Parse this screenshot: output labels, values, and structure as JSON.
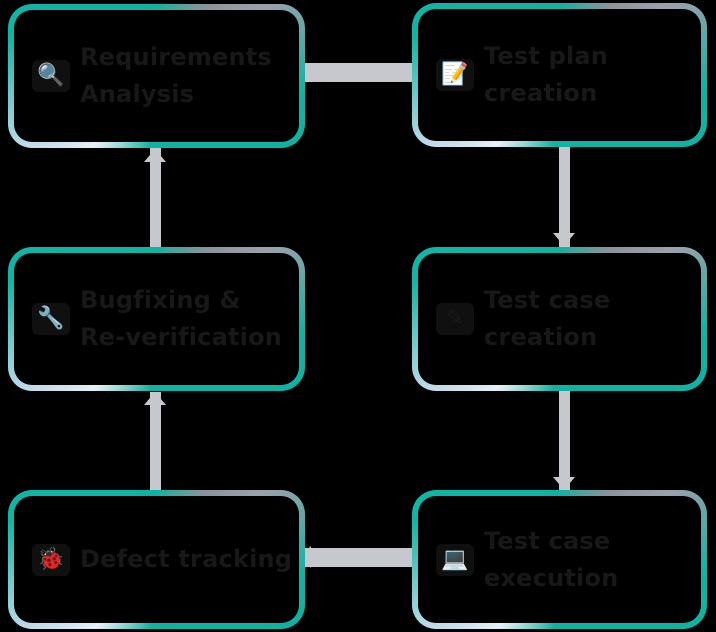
{
  "background": "#000000",
  "colors": {
    "accent_teal": "#0fb3a4",
    "border_gray": "#8d939b",
    "border_light_blue": "#bcd9e8",
    "connector_gray": "#c6c8cd",
    "node_fill": "#000000",
    "text": "#181818",
    "icon_fill": "#101010"
  },
  "flowchart": {
    "nodes": [
      {
        "id": "requirements-analysis",
        "line1": "Requirements",
        "line2": "Analysis",
        "icon": "magnifying-glass-icon",
        "glyph": "🔍"
      },
      {
        "id": "test-plan-creation",
        "line1": "Test plan",
        "line2": "creation",
        "icon": "memo-icon",
        "glyph": "📝"
      },
      {
        "id": "test-case-creation",
        "line1": "Test case",
        "line2": "creation",
        "icon": "pencil-icon",
        "glyph": "✎"
      },
      {
        "id": "test-case-execution",
        "line1": "Test case",
        "line2": "execution",
        "icon": "laptop-icon",
        "glyph": "💻"
      },
      {
        "id": "defect-tracking",
        "line1": "Defect tracking",
        "line2": "",
        "icon": "bug-icon",
        "glyph": "🐞"
      },
      {
        "id": "bugfixing-reverification",
        "line1": "Bugfixing &",
        "line2": "Re-verification",
        "icon": "wrench-icon",
        "glyph": "🔧"
      }
    ],
    "edges": [
      {
        "from": "requirements-analysis",
        "to": "test-plan-creation",
        "direction": "right"
      },
      {
        "from": "test-plan-creation",
        "to": "test-case-creation",
        "direction": "down"
      },
      {
        "from": "test-case-creation",
        "to": "test-case-execution",
        "direction": "down"
      },
      {
        "from": "test-case-execution",
        "to": "defect-tracking",
        "direction": "left"
      },
      {
        "from": "defect-tracking",
        "to": "bugfixing-reverification",
        "direction": "up"
      },
      {
        "from": "bugfixing-reverification",
        "to": "requirements-analysis",
        "direction": "up"
      }
    ]
  }
}
